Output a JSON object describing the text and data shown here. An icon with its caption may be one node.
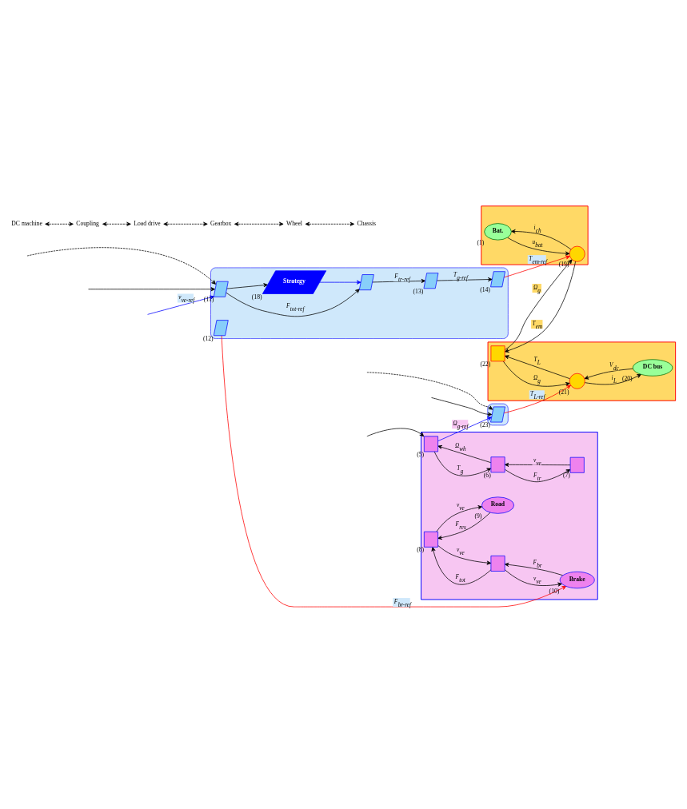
{
  "diagram": {
    "nodes": [
      {
        "text": [],
        "shape": "box"
      },
      {
        "text": [
          "Bat."
        ],
        "in": 0,
        "beside": [
          "(1)"
        ]
      },
      {
        "text": [],
        "shape": "circle",
        "in": 0,
        "beside": [
          "(19)"
        ]
      },
      {
        "text": [],
        "shape": "box"
      },
      {
        "text": [],
        "shape": "box",
        "in": 3,
        "beside": [
          "(22)"
        ]
      },
      {
        "text": [],
        "shape": "circle",
        "in": 3,
        "beside": [
          "(21)"
        ]
      },
      {
        "text": [
          "DC bus"
        ],
        "in": 3,
        "beside": [
          "(20)"
        ]
      },
      {
        "text": [],
        "shape": "parallelogram"
      },
      {
        "text": [],
        "shape": "parallelogram",
        "in": 7,
        "beside": [
          "(23)"
        ]
      },
      {
        "text": [],
        "shape": "box"
      },
      {
        "text": [],
        "shape": "box",
        "in": 9,
        "beside": [
          "(5)"
        ]
      },
      {
        "text": [],
        "shape": "box",
        "in": 9,
        "beside": [
          "(6)"
        ]
      },
      {
        "text": [],
        "shape": "box",
        "in": 9,
        "beside": [
          "(7)"
        ]
      },
      {
        "text": [],
        "shape": "box",
        "in": 9
      },
      {
        "text": [],
        "shape": "box",
        "in": 9,
        "beside": [
          "(8)"
        ]
      },
      {
        "text": [
          "Road"
        ],
        "in": 9,
        "beside": [
          "(9)"
        ]
      },
      {
        "text": [
          "Brake"
        ],
        "in": 9,
        "beside": [
          "(10)"
        ]
      },
      {
        "text": [],
        "shape": "parallelogram"
      },
      {
        "text": [],
        "shape": "parallelogram",
        "in": 17,
        "beside": [
          "(11)"
        ]
      },
      {
        "text": [],
        "shape": "parallelogram",
        "in": 17,
        "beside": [
          "(12)"
        ]
      },
      {
        "text": [],
        "shape": "parallelogram",
        "in": 17
      },
      {
        "text": [],
        "shape": "parallelogram",
        "in": 17,
        "beside": [
          "(13)"
        ]
      },
      {
        "text": [],
        "shape": "parallelogram",
        "in": 17,
        "beside": [
          "(14)"
        ]
      },
      {
        "text": [
          "Strategy"
        ],
        "in": 17,
        "beside": [
          "(18)"
        ]
      }
    ],
    "edges": [
      {
        "from": 1,
        "to": 2,
        "arrow": "to",
        "label": "u$_{bat}$"
      },
      {
        "from": 2,
        "to": 1,
        "arrow": "to",
        "label": "i$_{ch}$"
      },
      {
        "from": 2,
        "to": 4,
        "arrow": "to",
        "label": "T$_{em}$"
      },
      {
        "from": 4,
        "to": 2,
        "arrow": "to",
        "label": "Ω$_{g}$"
      },
      {
        "from": 4,
        "to": 5,
        "arrow": "to",
        "label": "Ω$_{g}$"
      },
      {
        "from": 5,
        "to": 4,
        "arrow": "to",
        "label": "T$_{L}$"
      },
      {
        "from": 5,
        "to": 6,
        "arrow": "to",
        "label": "i$_{L}$"
      },
      {
        "from": 6,
        "to": 5,
        "arrow": "to",
        "label": "V$_{dc}$"
      },
      {
        "from": 8,
        "to": 5,
        "arrow": "to",
        "label": "T$_{L-ref}$",
        "color": "#ff0000"
      },
      {
        "from": null,
        "to": 8,
        "arrow": "to",
        "style": "dashed"
      },
      {
        "from": null,
        "to": 8,
        "arrow": "to"
      },
      {
        "from": null,
        "to": 10,
        "arrow": "to"
      },
      {
        "from": 10,
        "to": 8,
        "arrow": "to",
        "label": "Ω$_{g-ref}$",
        "color": "#0000ff"
      },
      {
        "from": 10,
        "to": 11,
        "arrow": "to",
        "label": "T$_{g}$"
      },
      {
        "from": 11,
        "to": 10,
        "arrow": "to",
        "label": "Ω$_{wh}$"
      },
      {
        "from": 11,
        "to": 12,
        "arrow": "to",
        "label": "F$_{tr}$"
      },
      {
        "from": 12,
        "to": 11,
        "arrow": "to",
        "label": "v$_{ve}$"
      },
      {
        "from": 13,
        "to": 14,
        "arrow": "to",
        "label": "F$_{tot}$"
      },
      {
        "from": 14,
        "to": 13,
        "arrow": "to",
        "label": "v$_{ve}$"
      },
      {
        "from": 14,
        "to": 15,
        "arrow": "to",
        "label": "v$_{ve}$"
      },
      {
        "from": 15,
        "to": 14,
        "arrow": "to",
        "label": "F$_{res}$"
      },
      {
        "from": 16,
        "to": 13,
        "arrow": "to",
        "label": "F$_{br}$"
      },
      {
        "from": 13,
        "to": 16,
        "arrow": "to",
        "label": "v$_{ve}$"
      },
      {
        "from": null,
        "to": 18,
        "arrow": "to",
        "style": "dashed"
      },
      {
        "from": null,
        "to": 18,
        "arrow": "to"
      },
      {
        "from": null,
        "to": 18,
        "arrow": "to",
        "label": "v$_{ve-ref}$",
        "color": "#0000ff"
      },
      {
        "from": 18,
        "to": 20,
        "arrow": "to",
        "label": "F$_{tot-ref}$"
      },
      {
        "from": 20,
        "to": 21,
        "arrow": "to",
        "label": "F$_{tr-ref}$"
      },
      {
        "from": 21,
        "to": 22,
        "arrow": "to",
        "label": "T$_{g-ref}$"
      },
      {
        "from": 22,
        "to": 2,
        "arrow": "to",
        "label": "T$_{em-ref}$",
        "color": "#ff0000"
      },
      {
        "from": 19,
        "to": 16,
        "arrow": "to",
        "label": "F$_{br-ref}$",
        "color": "#ff0000"
      },
      {
        "from": 23,
        "to": 20,
        "arrow": "to",
        "color": "#0000ff"
      },
      {
        "from": 18,
        "to": 23,
        "arrow": "to"
      }
    ],
    "labels": [
      "DC machine",
      "Coupling",
      "Load drive",
      "Gearbox",
      "Wheel",
      "Chassis"
    ]
  }
}
